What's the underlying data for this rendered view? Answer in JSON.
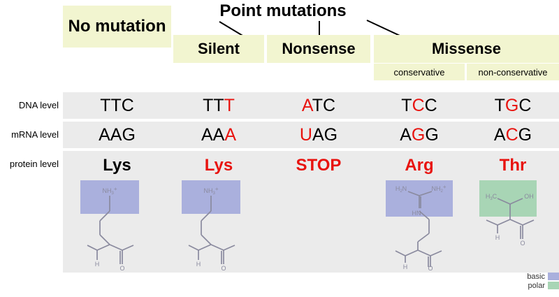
{
  "header": {
    "title": "Point mutations",
    "no_mutation": "No mutation",
    "silent": "Silent",
    "nonsense": "Nonsense",
    "missense": "Missense",
    "conservative": "conservative",
    "non_conservative": "non-conservative"
  },
  "row_labels": {
    "dna": "DNA level",
    "mrna": "mRNA level",
    "protein": "protein level"
  },
  "legend": {
    "basic_label": "basic",
    "polar_label": "polar",
    "basic_color": "#aab0dd",
    "polar_color": "#a8d5b5"
  },
  "colors": {
    "mutation_red": "#e8130f",
    "header_yellow": "#f2f5d0",
    "row_gray": "#ebebeb",
    "bond_gray": "#8a8a9e"
  },
  "columns": [
    {
      "key": "no-mutation",
      "dna": [
        {
          "t": "T",
          "mut": false
        },
        {
          "t": "T",
          "mut": false
        },
        {
          "t": "C",
          "mut": false
        }
      ],
      "mrna": [
        {
          "t": "A",
          "mut": false
        },
        {
          "t": "A",
          "mut": false
        },
        {
          "t": "G",
          "mut": false
        }
      ],
      "protein": "Lys",
      "protein_red": false,
      "structure": "lysine",
      "highlight": "basic",
      "side_labels": [
        "NH3+"
      ]
    },
    {
      "key": "silent",
      "dna": [
        {
          "t": "T",
          "mut": false
        },
        {
          "t": "T",
          "mut": false
        },
        {
          "t": "T",
          "mut": true
        }
      ],
      "mrna": [
        {
          "t": "A",
          "mut": false
        },
        {
          "t": "A",
          "mut": false
        },
        {
          "t": "A",
          "mut": true
        }
      ],
      "protein": "Lys",
      "protein_red": true,
      "structure": "lysine",
      "highlight": "basic",
      "side_labels": [
        "NH3+"
      ]
    },
    {
      "key": "nonsense",
      "dna": [
        {
          "t": "A",
          "mut": true
        },
        {
          "t": "T",
          "mut": false
        },
        {
          "t": "C",
          "mut": false
        }
      ],
      "mrna": [
        {
          "t": "U",
          "mut": true
        },
        {
          "t": "A",
          "mut": false
        },
        {
          "t": "G",
          "mut": false
        }
      ],
      "protein": "STOP",
      "protein_red": true,
      "structure": "none",
      "highlight": "none",
      "side_labels": []
    },
    {
      "key": "missense-conservative",
      "dna": [
        {
          "t": "T",
          "mut": false
        },
        {
          "t": "C",
          "mut": true
        },
        {
          "t": "C",
          "mut": false
        }
      ],
      "mrna": [
        {
          "t": "A",
          "mut": false
        },
        {
          "t": "G",
          "mut": true
        },
        {
          "t": "G",
          "mut": false
        }
      ],
      "protein": "Arg",
      "protein_red": true,
      "structure": "arginine",
      "highlight": "basic",
      "side_labels": [
        "H2N",
        "NH2+",
        "HN"
      ]
    },
    {
      "key": "missense-non-conservative",
      "dna": [
        {
          "t": "T",
          "mut": false
        },
        {
          "t": "G",
          "mut": true
        },
        {
          "t": "C",
          "mut": false
        }
      ],
      "mrna": [
        {
          "t": "A",
          "mut": false
        },
        {
          "t": "C",
          "mut": true
        },
        {
          "t": "G",
          "mut": false
        }
      ],
      "protein": "Thr",
      "protein_red": true,
      "structure": "threonine",
      "highlight": "polar",
      "side_labels": [
        "H3C",
        "OH"
      ]
    }
  ]
}
